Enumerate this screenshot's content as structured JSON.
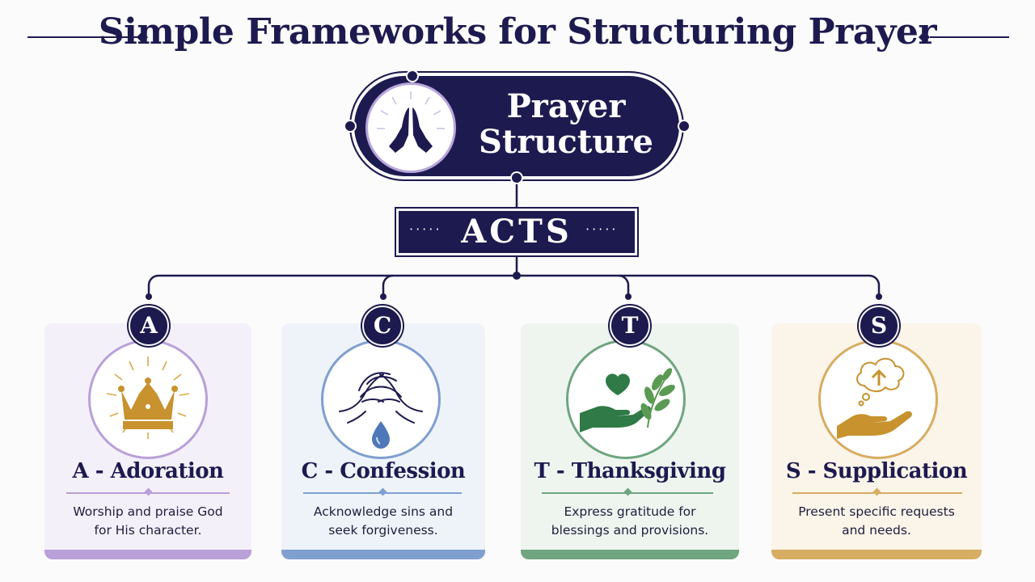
{
  "title": "Simple Frameworks for Structuring Prayer",
  "hub": {
    "title_line1": "Prayer",
    "title_line2": "Structure",
    "icon": "praying-hands-icon"
  },
  "framework": {
    "label": "ACTS",
    "dots": "·····"
  },
  "cards": [
    {
      "letter": "A",
      "title": "A - Adoration",
      "desc_line1": "Worship and praise God",
      "desc_line2": "for His character.",
      "icon": "crown-icon",
      "accent": "#b9a0d8",
      "bg": "#f4f0fa"
    },
    {
      "letter": "C",
      "title": "C - Confession",
      "desc_line1": "Acknowledge sins and",
      "desc_line2": "seek forgiveness.",
      "icon": "folded-hands-droplet-icon",
      "accent": "#7f9fcf",
      "bg": "#eef3fa"
    },
    {
      "letter": "T",
      "title": "T - Thanksgiving",
      "desc_line1": "Express gratitude for",
      "desc_line2": "blessings and provisions.",
      "icon": "heart-hand-leaf-icon",
      "accent": "#6fa57f",
      "bg": "#eef5ef"
    },
    {
      "letter": "S",
      "title": "S - Supplication",
      "desc_line1": "Present specific requests",
      "desc_line2": "and needs.",
      "icon": "hand-thought-bubble-icon",
      "accent": "#d6ad62",
      "bg": "#fbf4e8"
    }
  ]
}
